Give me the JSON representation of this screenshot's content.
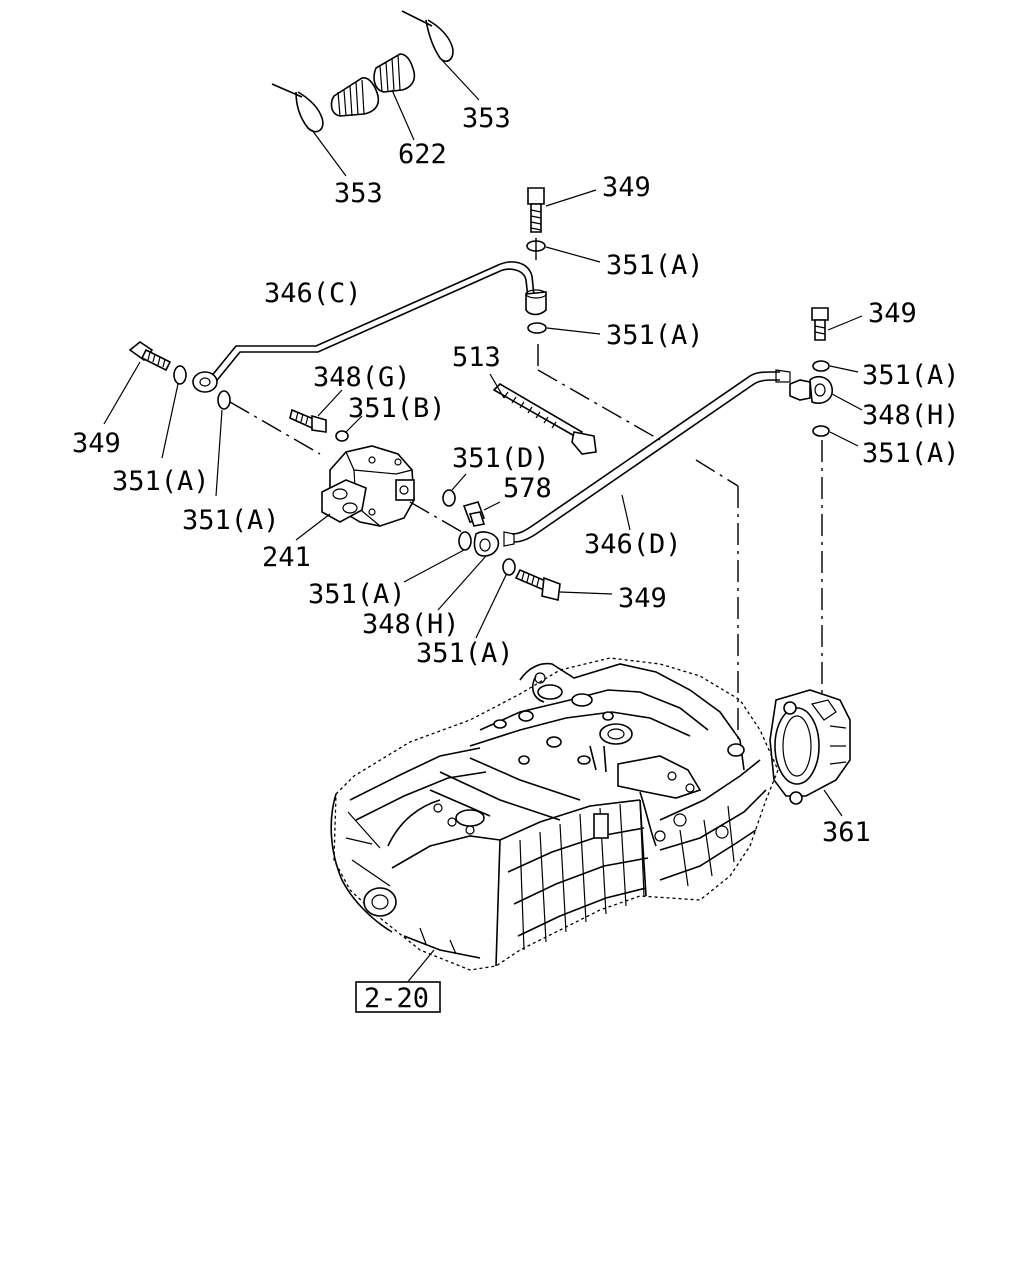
{
  "diagram": {
    "type": "exploded-parts-diagram",
    "callouts": [
      {
        "id": "c-353-top",
        "text": "353"
      },
      {
        "id": "c-622",
        "text": "622"
      },
      {
        "id": "c-353-left",
        "text": "353"
      },
      {
        "id": "c-349-top",
        "text": "349"
      },
      {
        "id": "c-351a-1",
        "text": "351(A)"
      },
      {
        "id": "c-346c",
        "text": "346(C)"
      },
      {
        "id": "c-351a-2",
        "text": "351(A)"
      },
      {
        "id": "c-349-right",
        "text": "349"
      },
      {
        "id": "c-513",
        "text": "513"
      },
      {
        "id": "c-348g",
        "text": "348(G)"
      },
      {
        "id": "c-351a-3",
        "text": "351(A)"
      },
      {
        "id": "c-351b",
        "text": "351(B)"
      },
      {
        "id": "c-348h-right",
        "text": "348(H)"
      },
      {
        "id": "c-349-left",
        "text": "349"
      },
      {
        "id": "c-351d",
        "text": "351(D)"
      },
      {
        "id": "c-351a-4",
        "text": "351(A)"
      },
      {
        "id": "c-578",
        "text": "578"
      },
      {
        "id": "c-351a-left",
        "text": "351(A)"
      },
      {
        "id": "c-351a-5",
        "text": "351(A)"
      },
      {
        "id": "c-346d",
        "text": "346(D)"
      },
      {
        "id": "c-241",
        "text": "241"
      },
      {
        "id": "c-351a-6",
        "text": "351(A)"
      },
      {
        "id": "c-349-bottom",
        "text": "349"
      },
      {
        "id": "c-348h-lower",
        "text": "348(H)"
      },
      {
        "id": "c-351a-7",
        "text": "351(A)"
      },
      {
        "id": "c-361",
        "text": "361"
      }
    ],
    "reference_box": {
      "text": "2-20"
    }
  }
}
